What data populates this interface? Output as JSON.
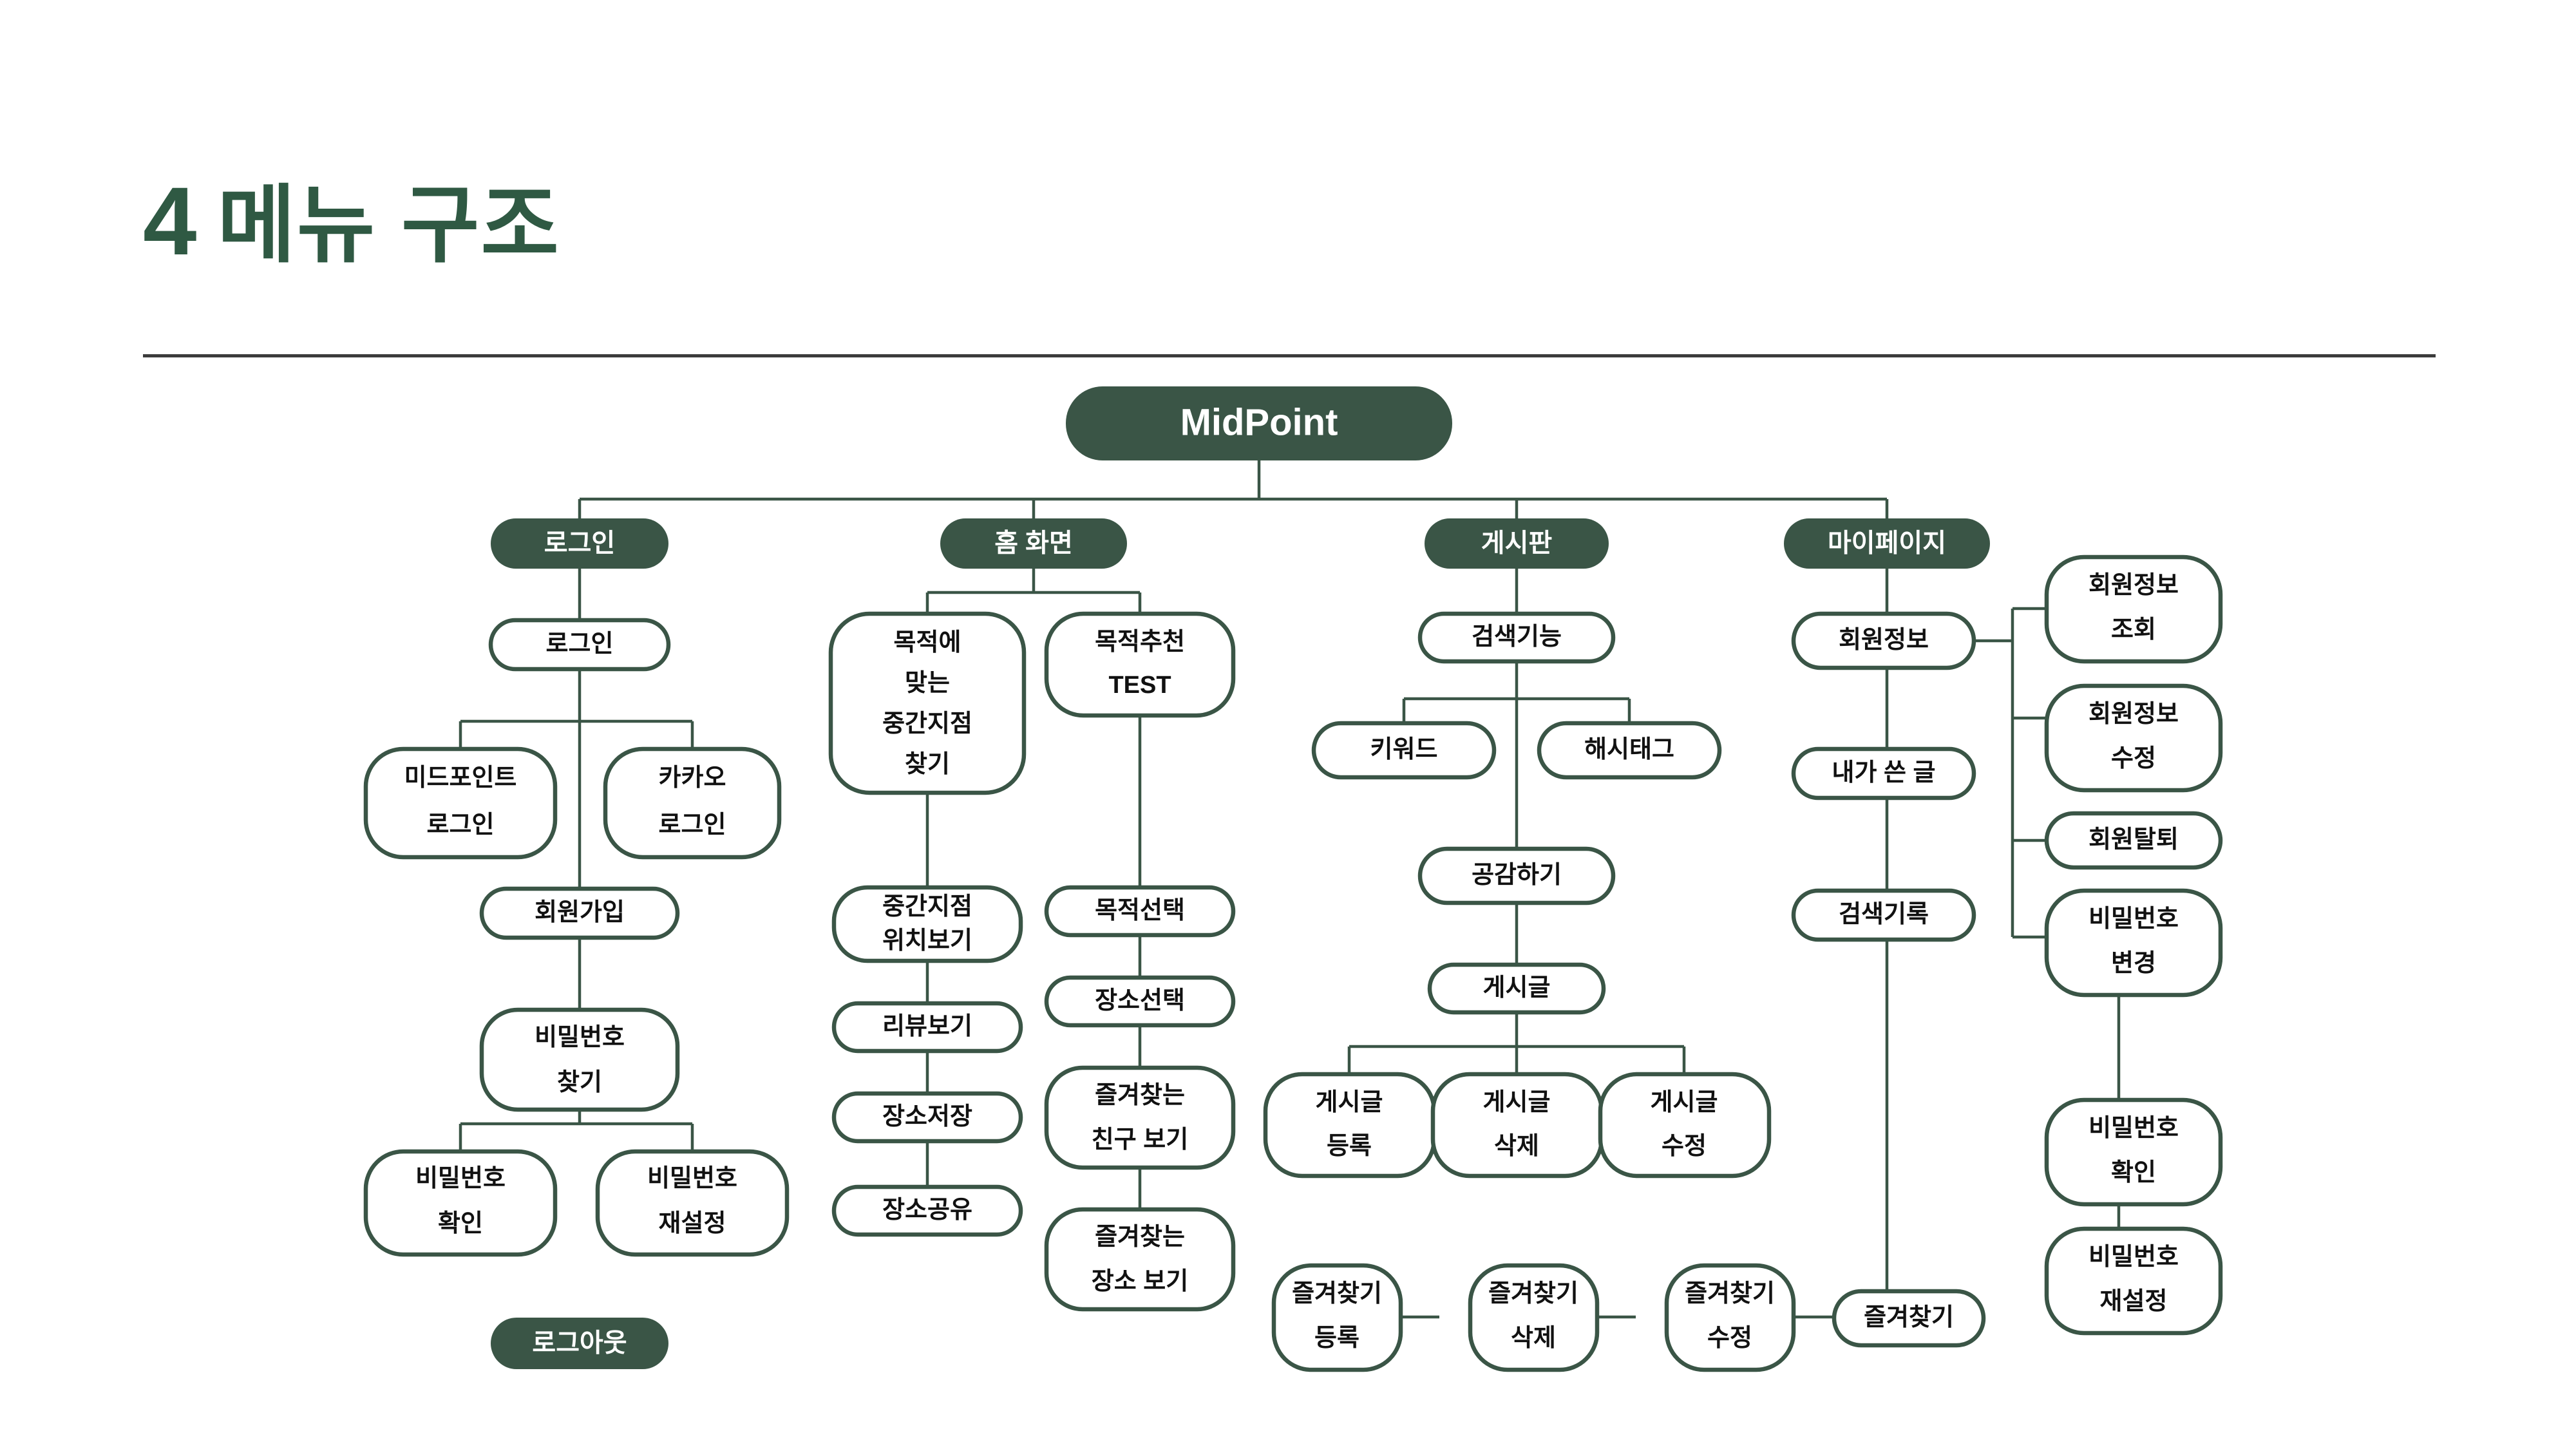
{
  "slide": {
    "number": "4",
    "title": "메뉴 구조",
    "accent_color": "#2F5943",
    "node_fill": "#3A5546",
    "rule_color": "#3C3C3C",
    "background": "#FFFFFF"
  },
  "diagram": {
    "type": "tree",
    "root": {
      "label": "MidPoint",
      "style": "filled"
    },
    "columns": [
      {
        "header": {
          "label": "로그인",
          "style": "filled"
        },
        "nodes": [
          {
            "label": "로그인"
          },
          {
            "label": "미드포인트\n로그인"
          },
          {
            "label": "카카오\n로그인"
          },
          {
            "label": "회원가입"
          },
          {
            "label": "비밀번호\n찾기"
          },
          {
            "label": "비밀번호\n확인"
          },
          {
            "label": "비밀번호\n재설정"
          },
          {
            "label": "로그아웃",
            "style": "filled"
          }
        ]
      },
      {
        "header": {
          "label": "홈 화면",
          "style": "filled"
        },
        "nodes": [
          {
            "label": "목적에\n맞는\n중간지점\n찾기"
          },
          {
            "label": "목적추천\nTEST"
          },
          {
            "label": "중간지점\n위치보기"
          },
          {
            "label": "목적선택"
          },
          {
            "label": "리뷰보기"
          },
          {
            "label": "장소선택"
          },
          {
            "label": "장소저장"
          },
          {
            "label": "즐겨찾는\n친구 보기"
          },
          {
            "label": "장소공유"
          },
          {
            "label": "즐겨찾는\n장소 보기"
          }
        ]
      },
      {
        "header": {
          "label": "게시판",
          "style": "filled"
        },
        "nodes": [
          {
            "label": "검색기능"
          },
          {
            "label": "키워드"
          },
          {
            "label": "해시태그"
          },
          {
            "label": "공감하기"
          },
          {
            "label": "게시글"
          },
          {
            "label": "게시글\n등록"
          },
          {
            "label": "게시글\n삭제"
          },
          {
            "label": "게시글\n수정"
          },
          {
            "label": "즐겨찾기\n등록"
          },
          {
            "label": "즐겨찾기\n삭제"
          },
          {
            "label": "즐겨찾기\n수정"
          }
        ]
      },
      {
        "header": {
          "label": "마이페이지",
          "style": "filled"
        },
        "nodes": [
          {
            "label": "회원정보"
          },
          {
            "label": "내가 쓴 글"
          },
          {
            "label": "검색기록"
          },
          {
            "label": "즐겨찾기"
          },
          {
            "label": "회원정보\n조회"
          },
          {
            "label": "회원정보\n수정"
          },
          {
            "label": "회원탈퇴"
          },
          {
            "label": "비밀번호\n변경"
          },
          {
            "label": "비밀번호\n확인"
          },
          {
            "label": "비밀번호\n재설정"
          }
        ]
      }
    ],
    "labels": {
      "root": "MidPoint",
      "c1_head": "로그인",
      "c1_n1": "로그인",
      "c1_n2": "미드포인트",
      "c1_n2b": "로그인",
      "c1_n3": "카카오",
      "c1_n3b": "로그인",
      "c1_n4": "회원가입",
      "c1_n5": "비밀번호",
      "c1_n5b": "찾기",
      "c1_n6": "비밀번호",
      "c1_n6b": "확인",
      "c1_n7": "비밀번호",
      "c1_n7b": "재설정",
      "c1_n8": "로그아웃",
      "c2_head": "홈 화면",
      "c2_a1": "목적에",
      "c2_a2": "맞는",
      "c2_a3": "중간지점",
      "c2_a4": "찾기",
      "c2_b1": "목적추천",
      "c2_b2": "TEST",
      "c2_c1": "중간지점",
      "c2_c2": "위치보기",
      "c2_d": "리뷰보기",
      "c2_e": "장소저장",
      "c2_f": "장소공유",
      "c2_g": "목적선택",
      "c2_h": "장소선택",
      "c2_i1": "즐겨찾는",
      "c2_i2": "친구 보기",
      "c2_j1": "즐겨찾는",
      "c2_j2": "장소 보기",
      "c3_head": "게시판",
      "c3_a": "검색기능",
      "c3_b": "키워드",
      "c3_c": "해시태그",
      "c3_d": "공감하기",
      "c3_e": "게시글",
      "c3_f1": "게시글",
      "c3_f2": "등록",
      "c3_g1": "게시글",
      "c3_g2": "삭제",
      "c3_h1": "게시글",
      "c3_h2": "수정",
      "c3_i1": "즐겨찾기",
      "c3_i2": "등록",
      "c3_j1": "즐겨찾기",
      "c3_j2": "삭제",
      "c3_k1": "즐겨찾기",
      "c3_k2": "수정",
      "c4_head": "마이페이지",
      "c4_a": "회원정보",
      "c4_b": "내가 쓴 글",
      "c4_c": "검색기록",
      "c4_d": "즐겨찾기",
      "c5_a1": "회원정보",
      "c5_a2": "조회",
      "c5_b1": "회원정보",
      "c5_b2": "수정",
      "c5_c": "회원탈퇴",
      "c5_d1": "비밀번호",
      "c5_d2": "변경",
      "c5_e1": "비밀번호",
      "c5_e2": "확인",
      "c5_f1": "비밀번호",
      "c5_f2": "재설정"
    }
  }
}
